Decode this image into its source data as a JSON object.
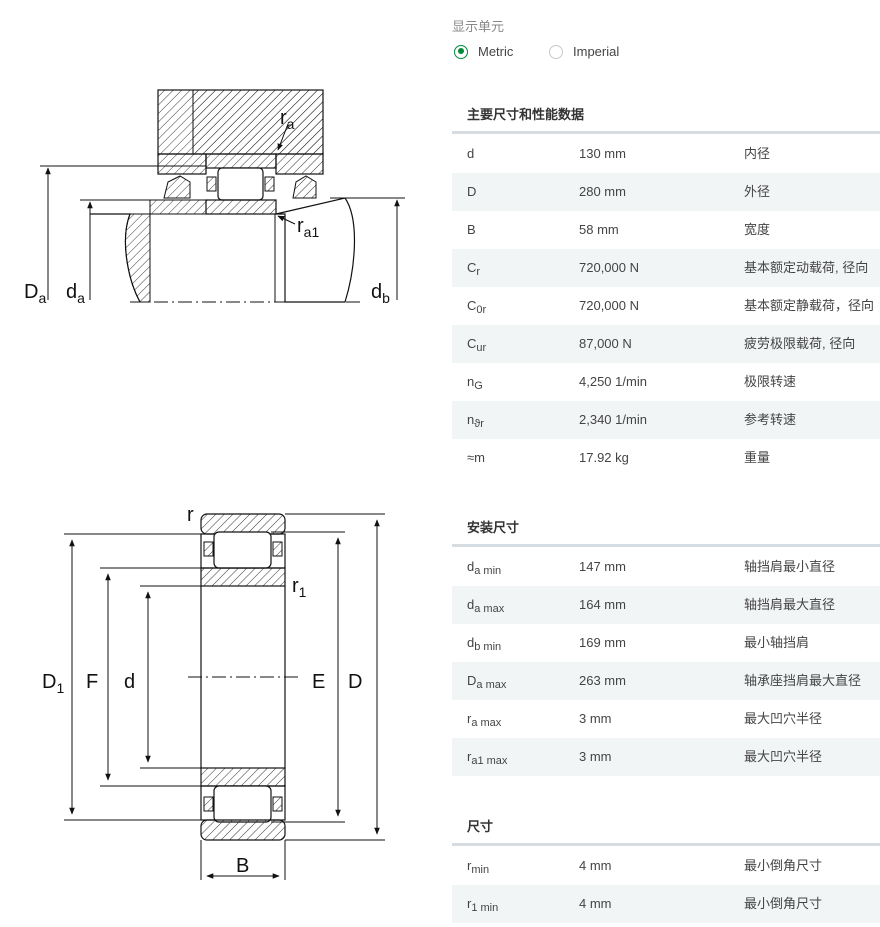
{
  "units": {
    "label": "显示单元",
    "options": [
      "Metric",
      "Imperial"
    ],
    "selected": "Metric"
  },
  "sections": [
    {
      "title": "主要尺寸和性能数据",
      "rows": [
        {
          "sym": "d",
          "sub": "",
          "value": "130 mm",
          "desc": "内径"
        },
        {
          "sym": "D",
          "sub": "",
          "value": "280 mm",
          "desc": "外径"
        },
        {
          "sym": "B",
          "sub": "",
          "value": "58 mm",
          "desc": "宽度"
        },
        {
          "sym": "C",
          "sub": "r",
          "value": "720,000 N",
          "desc": "基本额定动载荷, 径向"
        },
        {
          "sym": "C",
          "sub": "0r",
          "value": "720,000 N",
          "desc": "基本额定静载荷，径向"
        },
        {
          "sym": "C",
          "sub": "ur",
          "value": "87,000 N",
          "desc": "疲劳极限载荷, 径向"
        },
        {
          "sym": "n",
          "sub": "G",
          "value": "4,250 1/min",
          "desc": "极限转速"
        },
        {
          "sym": "n",
          "sub": "ϑr",
          "value": "2,340 1/min",
          "desc": "参考转速"
        },
        {
          "sym": "≈m",
          "sub": "",
          "value": "17.92 kg",
          "desc": "重量"
        }
      ]
    },
    {
      "title": "安装尺寸",
      "rows": [
        {
          "sym": "d",
          "sub": "a min",
          "value": "147 mm",
          "desc": "轴挡肩最小直径"
        },
        {
          "sym": "d",
          "sub": "a max",
          "value": "164 mm",
          "desc": "轴挡肩最大直径"
        },
        {
          "sym": "d",
          "sub": "b min",
          "value": "169 mm",
          "desc": "最小轴挡肩"
        },
        {
          "sym": "D",
          "sub": "a max",
          "value": "263 mm",
          "desc": "轴承座挡肩最大直径"
        },
        {
          "sym": "r",
          "sub": "a max",
          "value": "3 mm",
          "desc": "最大凹穴半径"
        },
        {
          "sym": "r",
          "sub": "a1 max",
          "value": "3 mm",
          "desc": "最大凹穴半径"
        }
      ]
    },
    {
      "title": "尺寸",
      "rows": [
        {
          "sym": "r",
          "sub": "min",
          "value": "4 mm",
          "desc": "最小倒角尺寸"
        },
        {
          "sym": "r",
          "sub": "1 min",
          "value": "4 mm",
          "desc": "最小倒角尺寸"
        }
      ]
    }
  ],
  "drawing_top": {
    "labels": [
      {
        "main": "D",
        "sub": "a"
      },
      {
        "main": "d",
        "sub": "a"
      },
      {
        "main": "d",
        "sub": "b"
      },
      {
        "main": "r",
        "sub": "a"
      },
      {
        "main": "r",
        "sub": "a1"
      }
    ]
  },
  "drawing_bottom": {
    "labels": [
      {
        "main": "D",
        "sub": "1"
      },
      {
        "main": "F",
        "sub": ""
      },
      {
        "main": "d",
        "sub": ""
      },
      {
        "main": "E",
        "sub": ""
      },
      {
        "main": "D",
        "sub": ""
      },
      {
        "main": "B",
        "sub": ""
      },
      {
        "main": "r",
        "sub": ""
      },
      {
        "main": "r",
        "sub": "1"
      }
    ]
  }
}
